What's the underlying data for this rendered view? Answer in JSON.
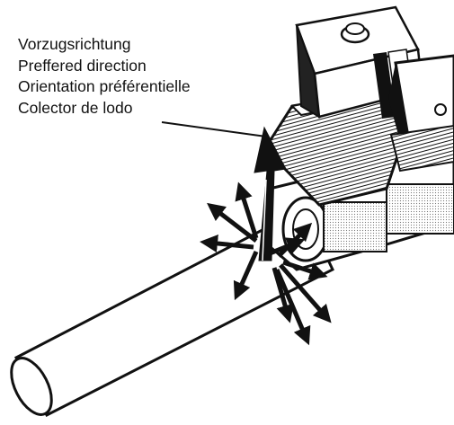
{
  "labels": {
    "line_de": "Vorzugsrichtung",
    "line_en": "Preffered direction",
    "line_fr": "Orientation préférentielle",
    "line_es": "Colector de lodo"
  },
  "colors": {
    "ink": "#111111",
    "paper": "#ffffff"
  }
}
